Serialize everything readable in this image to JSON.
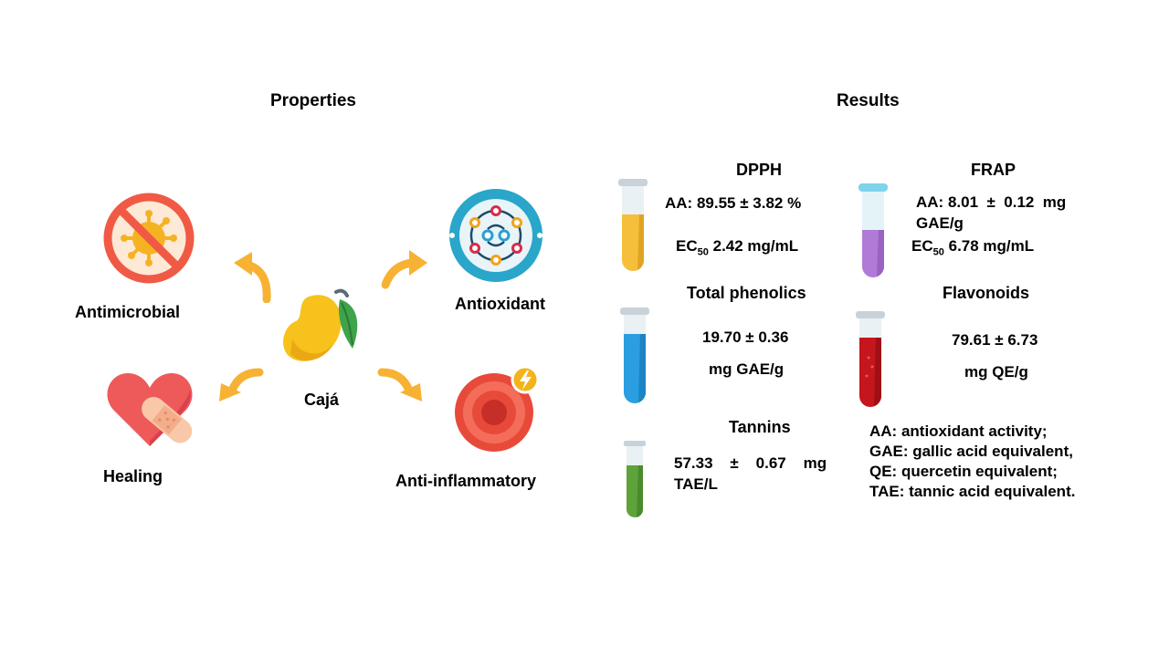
{
  "headings": {
    "properties": "Properties",
    "results": "Results"
  },
  "properties": {
    "center": "Cajá",
    "antimicrobial": "Antimicrobial",
    "antioxidant": "Antioxidant",
    "healing": "Healing",
    "anti_inflammatory": "Anti-inflammatory"
  },
  "results": {
    "dpph": {
      "title": "DPPH",
      "aa_label": "AA:",
      "aa_value": "89.55 ± 3.82 %",
      "ec_label": "EC",
      "ec_sub": "50",
      "ec_value": "2.42 mg/mL"
    },
    "frap": {
      "title": "FRAP",
      "aa_label": "AA:",
      "aa_value": "8.01  ±  0.12  mg",
      "aa_unit": "GAE/g",
      "ec_label": "EC",
      "ec_sub": "50",
      "ec_value": "6.78 mg/mL"
    },
    "phenolics": {
      "title": "Total phenolics",
      "value": "19.70 ± 0.36",
      "unit": "mg GAE/g"
    },
    "flavonoids": {
      "title": "Flavonoids",
      "value": "79.61 ± 6.73",
      "unit": "mg QE/g"
    },
    "tannins": {
      "title": "Tannins",
      "value": "57.33    ±    0.67    mg",
      "unit": "TAE/L"
    }
  },
  "notes": [
    "AA: antioxidant activity;",
    "GAE: gallic acid equivalent,",
    "QE: quercetin equivalent;",
    "TAE: tannic acid equivalent."
  ],
  "colors": {
    "arrow": "#f7b233",
    "tube_yellow": "#f5bf3a",
    "tube_purple": "#b07ad6",
    "tube_blue": "#2a9ee0",
    "tube_red": "#c4161c",
    "tube_green": "#5ea33a"
  }
}
